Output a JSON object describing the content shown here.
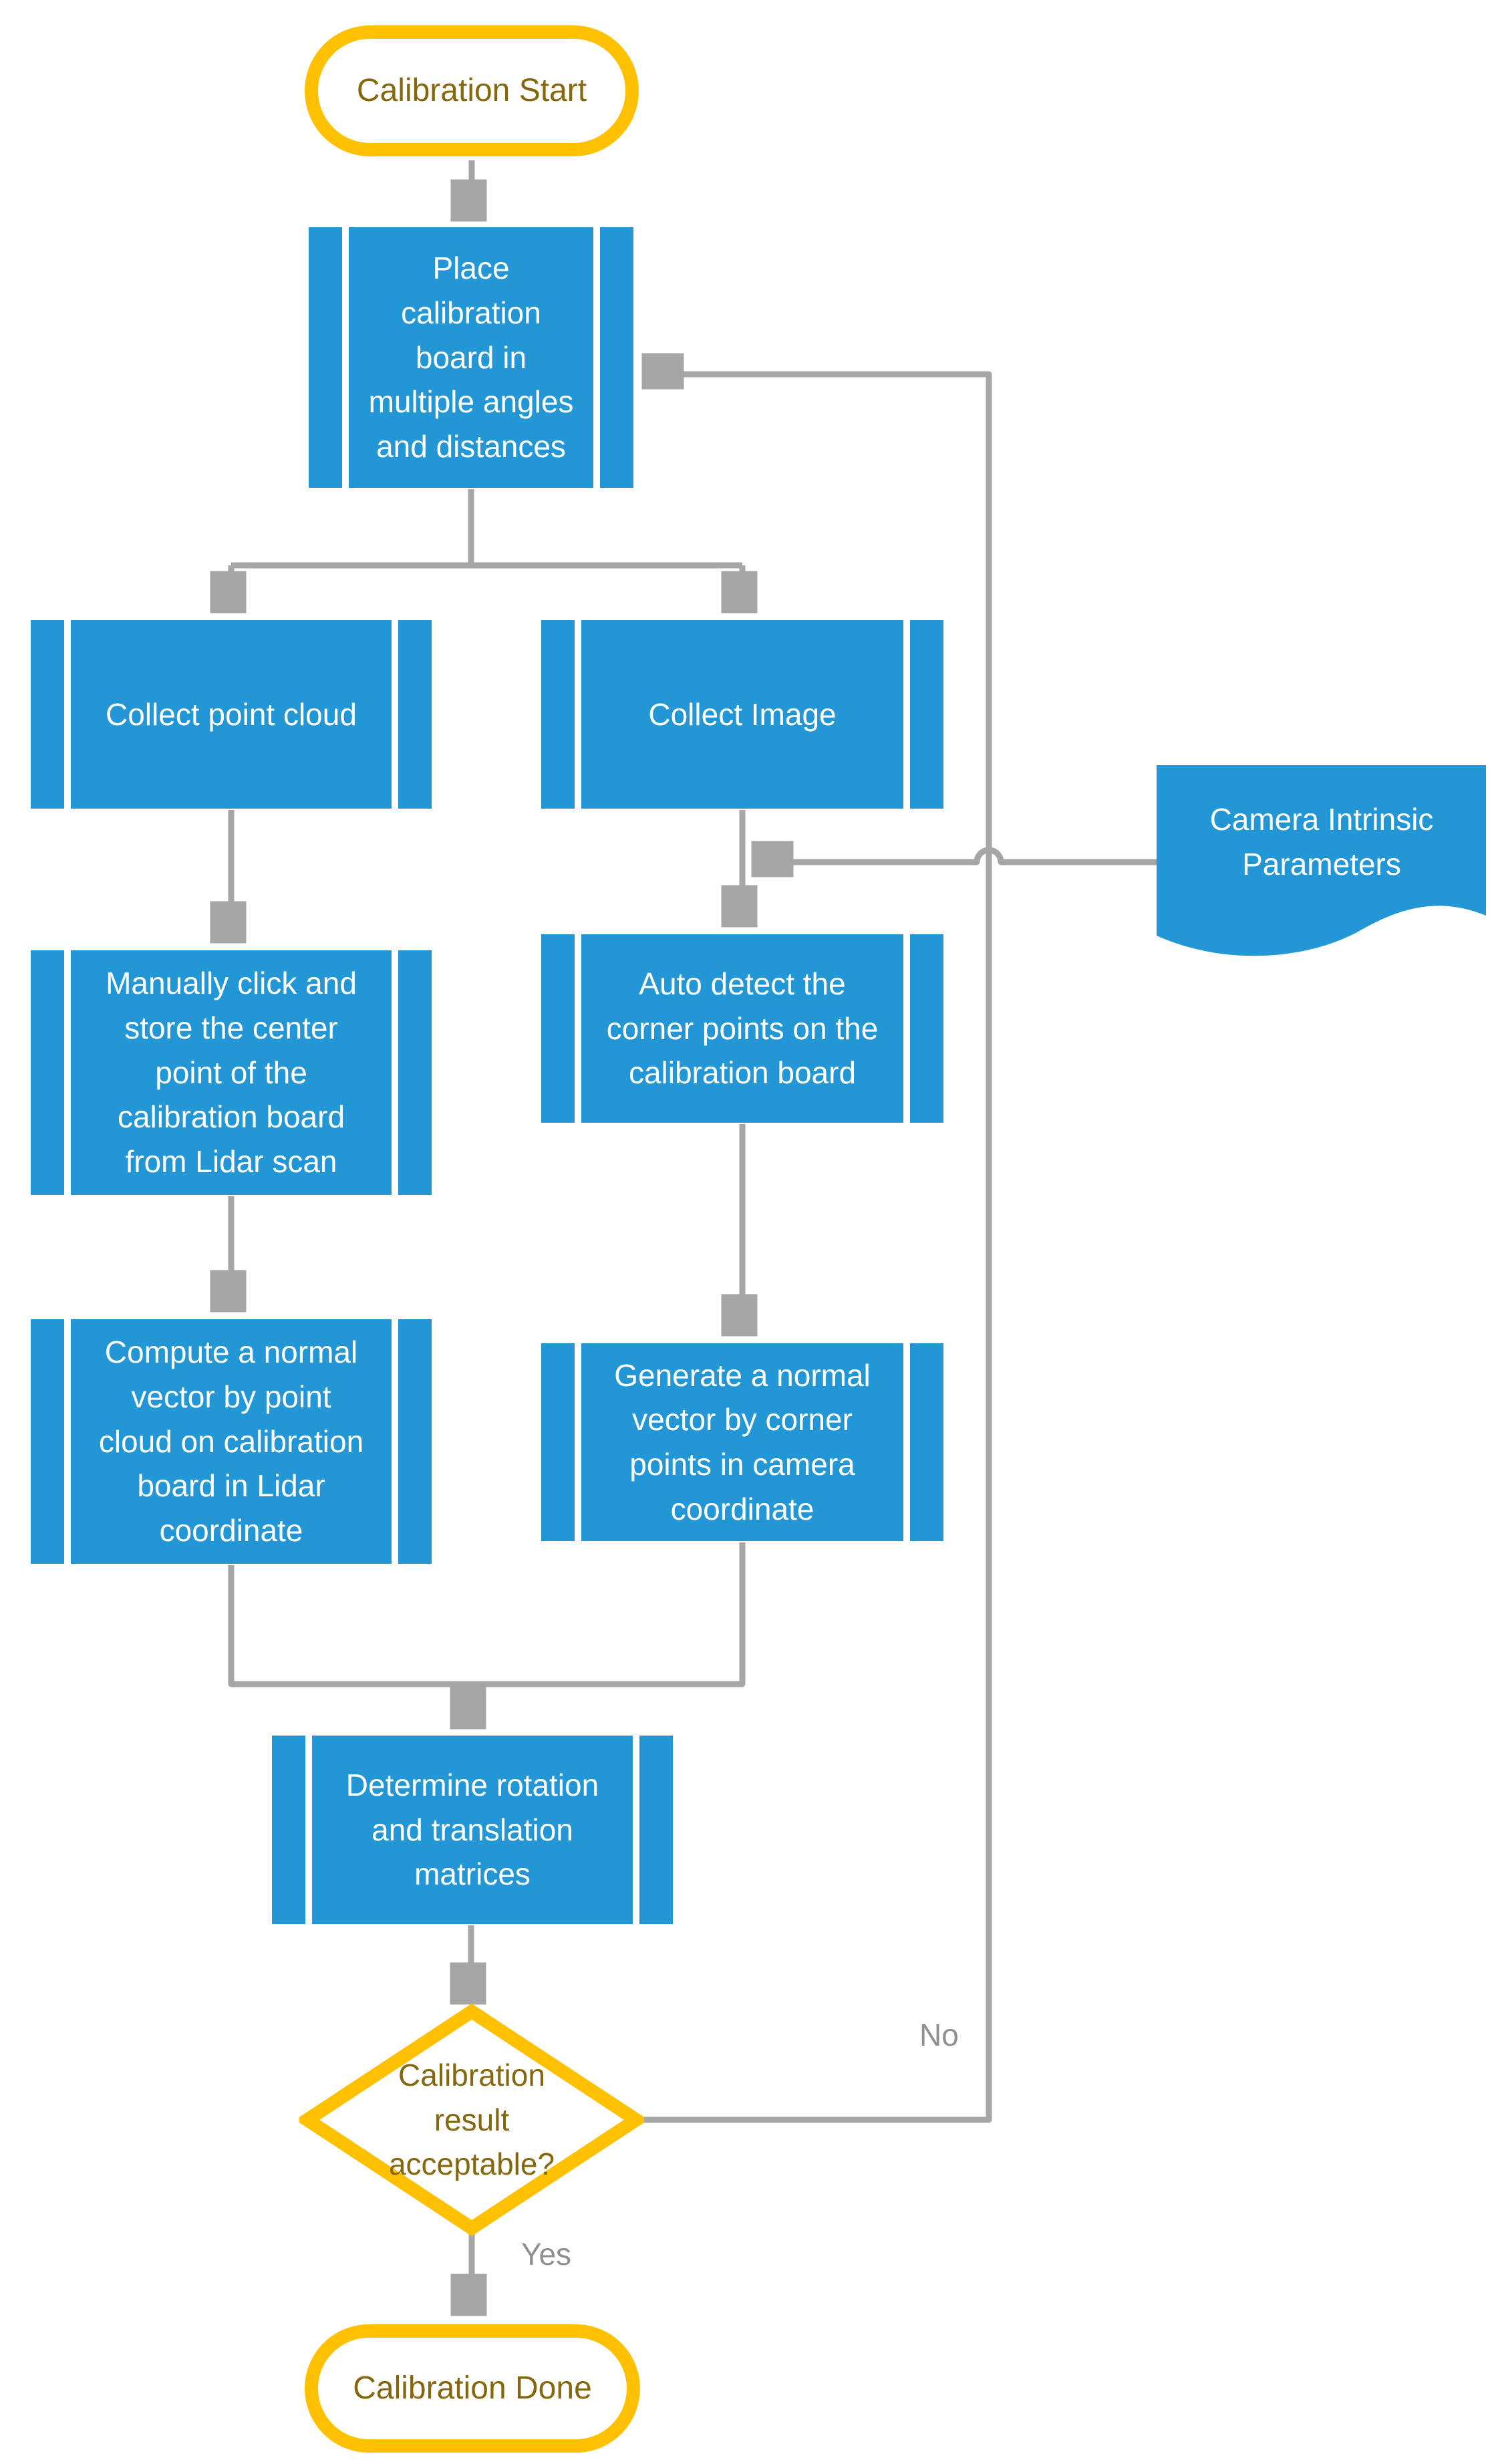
{
  "palette": {
    "node_blue": "#2397D5",
    "accent_orange": "#FFC000",
    "terminal_text_brown": "#85670E",
    "connector_gray": "#A6A6A6",
    "branch_label_gray": "#8F8F8F",
    "process_text_white": "#FFFFFF"
  },
  "flowchart": {
    "nodes": {
      "start": {
        "type": "terminal",
        "label": "Calibration Start"
      },
      "place_board": {
        "type": "predefined-process",
        "label": "Place\ncalibration\nboard in\nmultiple angles\nand distances"
      },
      "collect_point_cloud": {
        "type": "predefined-process",
        "label": "Collect point cloud"
      },
      "collect_image": {
        "type": "predefined-process",
        "label": "Collect Image"
      },
      "camera_intrinsic": {
        "type": "document",
        "label": "Camera Intrinsic\nParameters"
      },
      "manual_click": {
        "type": "predefined-process",
        "label": "Manually click and\nstore  the center\npoint of  the\ncalibration board\nfrom Lidar scan"
      },
      "auto_detect": {
        "type": "predefined-process",
        "label": "Auto detect the\ncorner points on the\ncalibration board"
      },
      "compute_normal": {
        "type": "predefined-process",
        "label": "Compute a normal\nvector by point\ncloud on calibration\nboard in Lidar\ncoordinate"
      },
      "generate_normal": {
        "type": "predefined-process",
        "label": "Generate a normal\nvector  by  corner\npoints in camera\ncoordinate"
      },
      "determine_matrices": {
        "type": "predefined-process",
        "label": "Determine rotation\nand translation\nmatrices"
      },
      "decision": {
        "type": "decision",
        "label": "Calibration\nresult\nacceptable?"
      },
      "done": {
        "type": "terminal",
        "label": "Calibration Done"
      }
    },
    "branch_labels": {
      "yes": "Yes",
      "no": "No"
    }
  }
}
